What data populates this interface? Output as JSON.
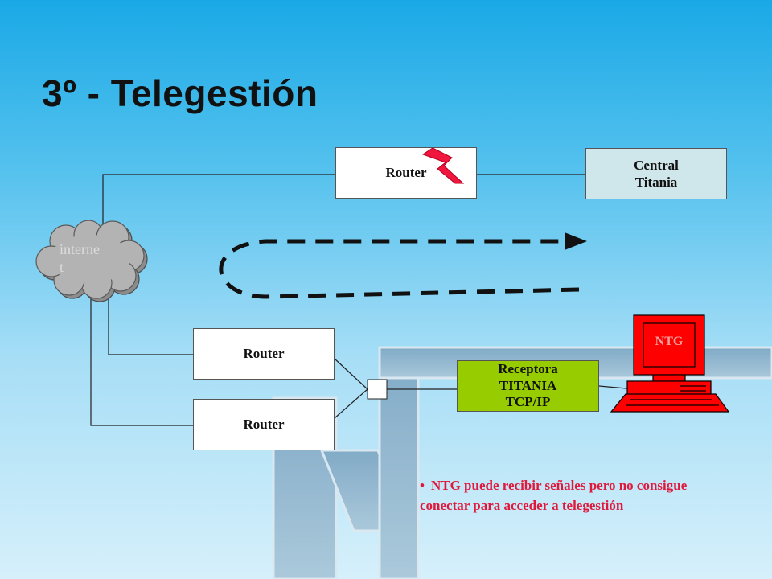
{
  "title": "3º - Telegestión",
  "nodes": {
    "router_top": "Router",
    "central": [
      "Central",
      "Titania"
    ],
    "cloud": [
      "interne",
      "t"
    ],
    "router_mid": "Router",
    "router_bottom": "Router",
    "receptora": [
      "Receptora",
      "TITANIA",
      "TCP/IP"
    ],
    "computer": "NTG"
  },
  "note": {
    "bullet": "•",
    "text": "NTG puede recibir señales pero no consigue conectar para acceder a telegestión"
  },
  "colors": {
    "note_text": "#e0193c",
    "lightning": "#f0163d",
    "computer": "#ff0000",
    "receptora_fill": "#97cc00",
    "central_fill": "#cfe6ea"
  },
  "icons": [
    "lightning-icon",
    "cloud-icon",
    "computer-icon",
    "arrow-icon"
  ]
}
